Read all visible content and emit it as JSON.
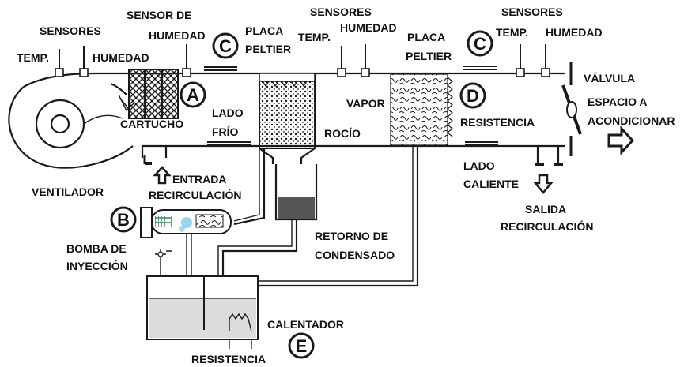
{
  "labels": {
    "sensores_1": "SENSORES",
    "temp_1": "TEMP.",
    "humedad_1": "HUMEDAD",
    "sensor_de": "SENSOR DE",
    "humedad_2": "HUMEDAD",
    "placa_1": "PLACA",
    "peltier_1": "PELTIER",
    "sensores_2": "SENSORES",
    "temp_2": "TEMP.",
    "humedad_3": "HUMEDAD",
    "placa_2": "PLACA",
    "peltier_2": "PELTIER",
    "sensores_3": "SENSORES",
    "temp_3": "TEMP.",
    "humedad_4": "HUMEDAD",
    "valvula": "VÁLVULA",
    "espacio_a": "ESPACIO A",
    "acondicionar": "ACONDICIONAR",
    "cartucho": "CARTUCHO",
    "lado_frio_1": "LADO",
    "lado_frio_2": "FRÍO",
    "rocio": "ROCÍO",
    "vapor": "VAPOR",
    "resistencia_1": "RESISTENCIA",
    "ventilador": "VENTILADOR",
    "entrada": "ENTRADA",
    "recirculacion_1": "RECIRCULACIÓN",
    "lado_caliente_1": "LADO",
    "lado_caliente_2": "CALIENTE",
    "salida": "SALIDA",
    "recirculacion_2": "RECIRCULACIÓN",
    "bomba": "BOMBA DE",
    "inyeccion": "INYECCIÓN",
    "retorno": "RETORNO DE",
    "condensado": "CONDENSADO",
    "calentador": "CALENTADOR",
    "resistencia_2": "RESISTENCIA"
  },
  "badges": {
    "a": "A",
    "b": "B",
    "c1": "C",
    "c2": "C",
    "d": "D",
    "e": "E"
  },
  "colors": {
    "line": "#1a1a1a",
    "water": "#dcdcdc",
    "condensate": "#555555",
    "spray": "#7ec8e3",
    "pump_coil": "#2e8b57"
  }
}
